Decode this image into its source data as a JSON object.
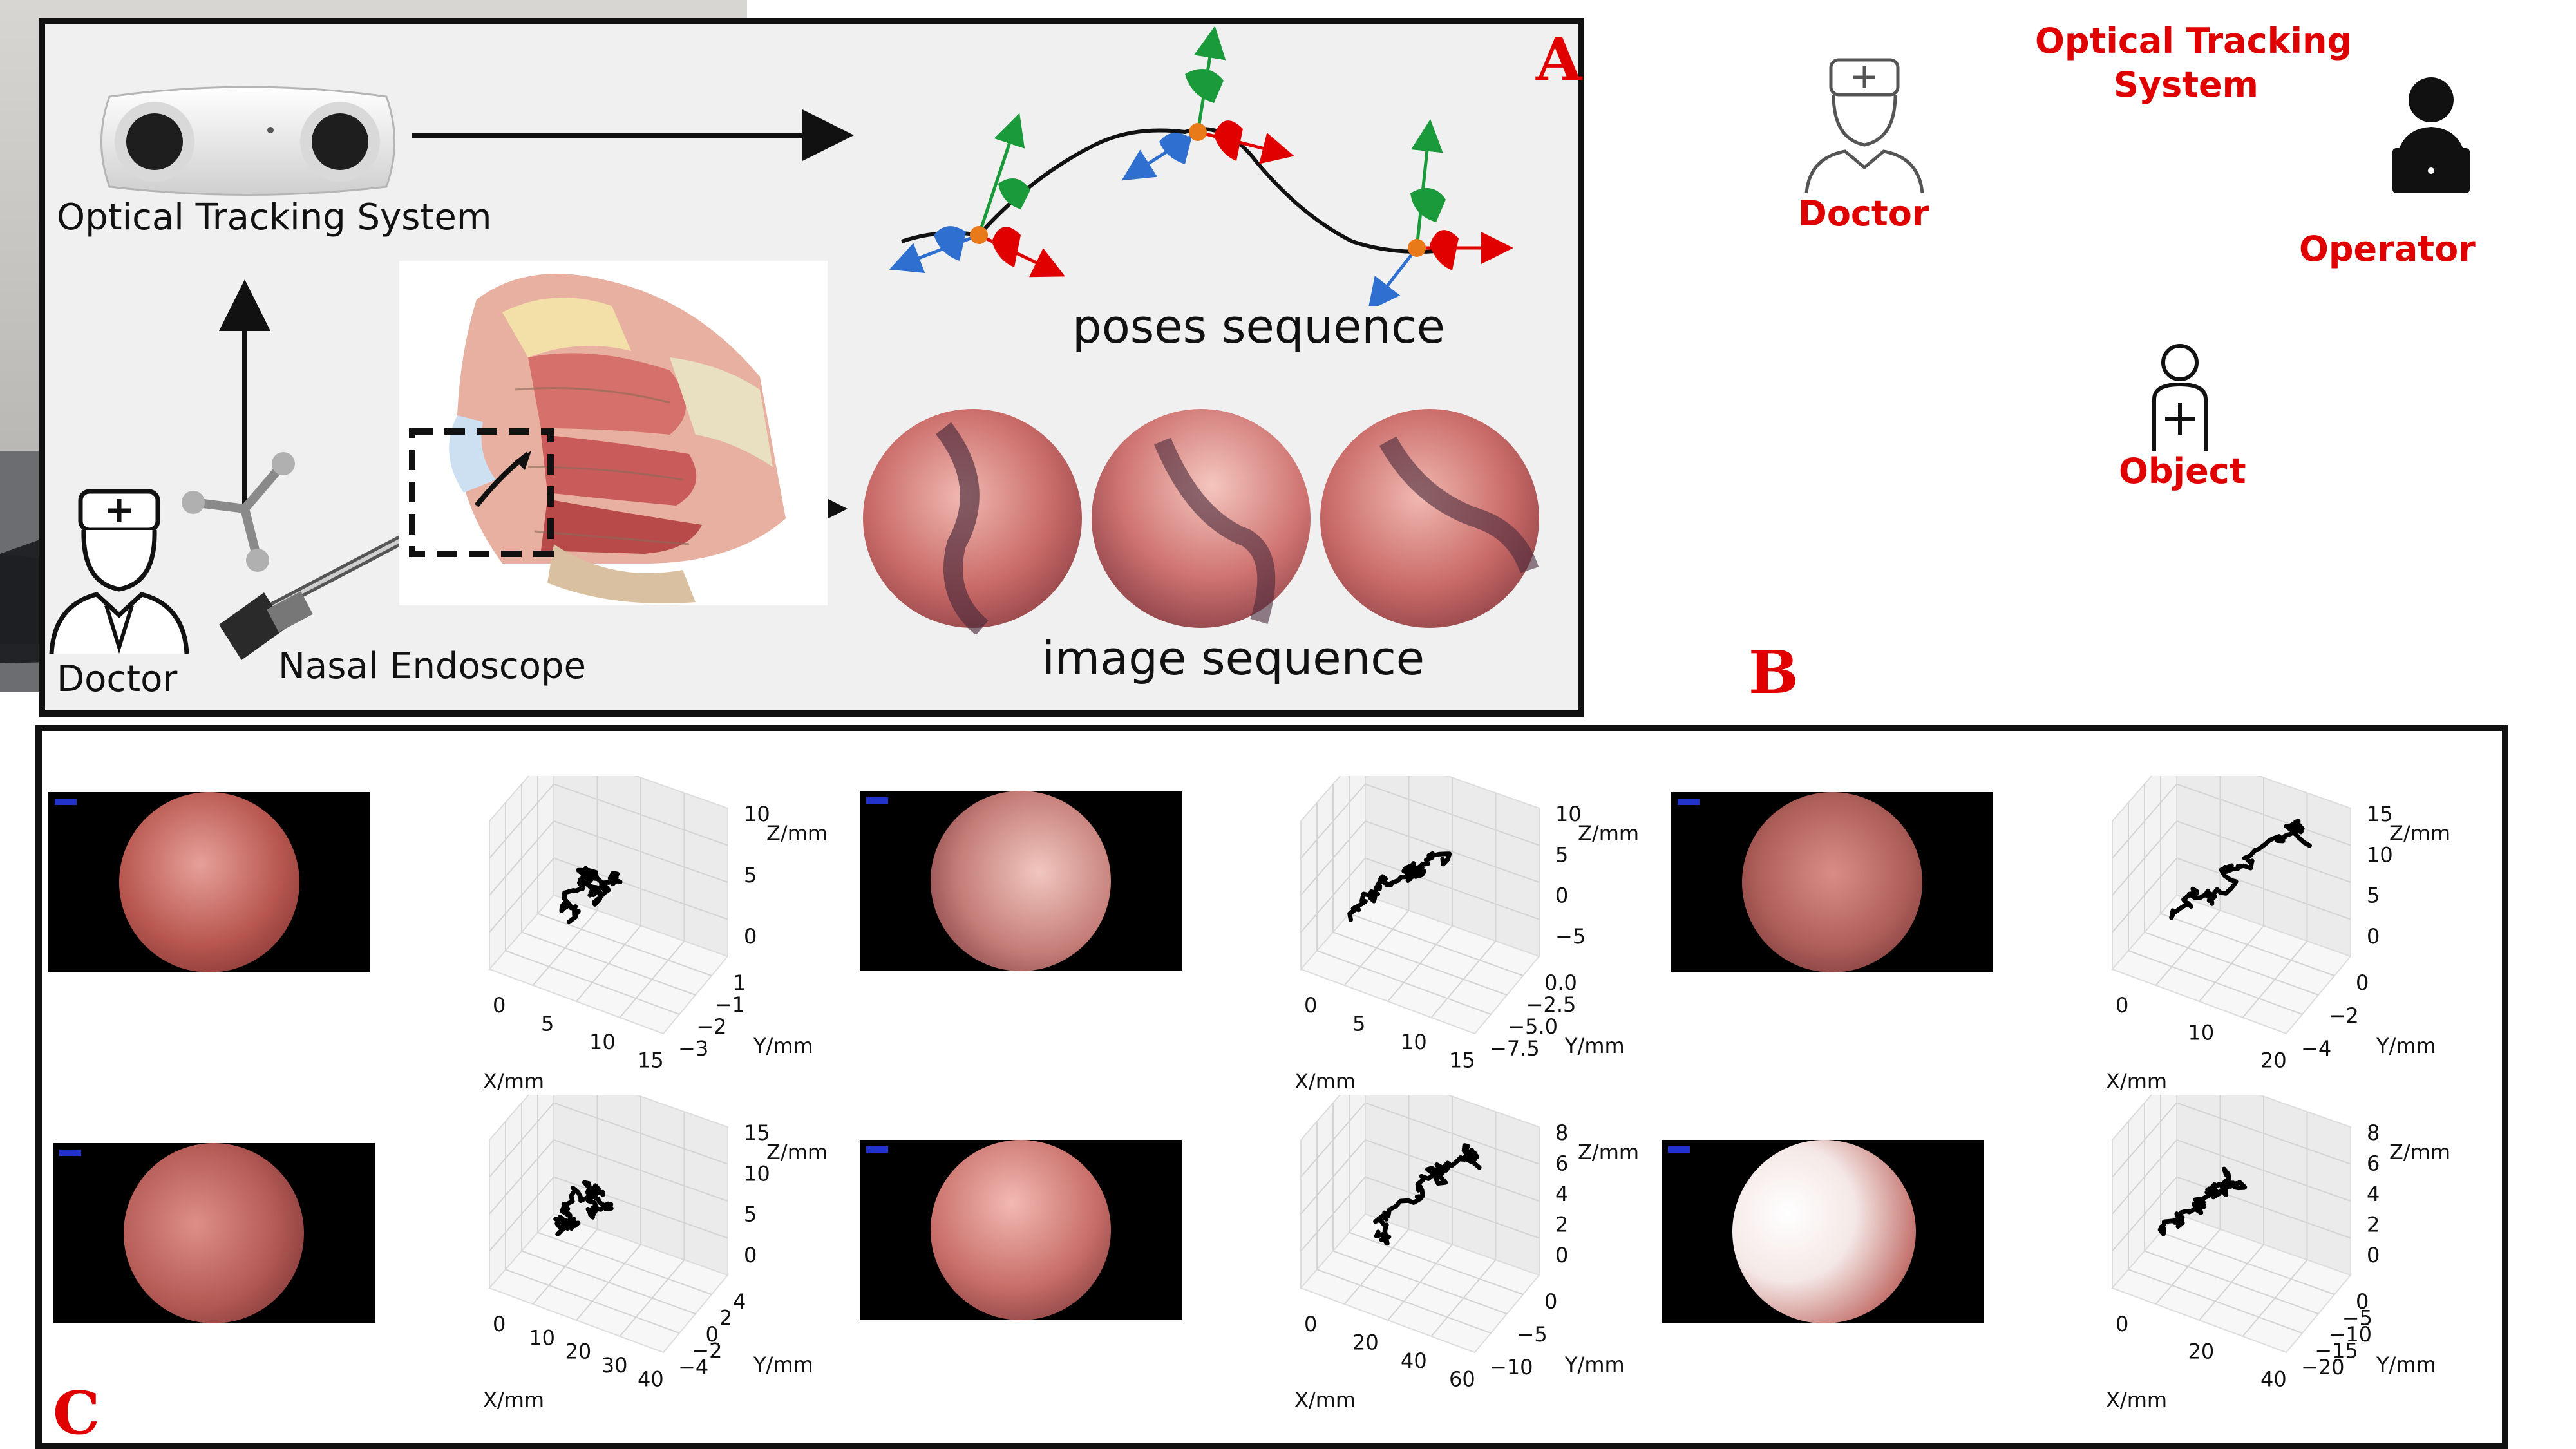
{
  "panel_a": {
    "letter": "A",
    "tracker_label": "Optical Tracking System",
    "doctor_label": "Doctor",
    "endoscope_label": "Nasal Endoscope",
    "poses_label": "poses sequence",
    "images_label": "image sequence"
  },
  "panel_b": {
    "letter": "B",
    "doctor_label": "Doctor",
    "tracking_label_line1": "Optical Tracking",
    "tracking_label_line2": "System",
    "operator_label": "Operator",
    "object_label": "Object"
  },
  "panel_c": {
    "letter": "C",
    "plots": [
      {
        "xlabel": "X/mm",
        "ylabel": "Y/mm",
        "zlabel": "Z/mm",
        "x_ticks": [
          "0",
          "5",
          "10",
          "15"
        ],
        "y_ticks": [
          "1",
          "−1",
          "−2",
          "−3"
        ],
        "z_ticks": [
          "10",
          "5",
          "0"
        ]
      },
      {
        "xlabel": "X/mm",
        "ylabel": "Y/mm",
        "zlabel": "Z/mm",
        "x_ticks": [
          "0",
          "5",
          "10",
          "15"
        ],
        "y_ticks": [
          "0.0",
          "−2.5",
          "−5.0",
          "−7.5"
        ],
        "z_ticks": [
          "10",
          "5",
          "0",
          "−5"
        ]
      },
      {
        "xlabel": "X/mm",
        "ylabel": "Y/mm",
        "zlabel": "Z/mm",
        "x_ticks": [
          "0",
          "10",
          "20"
        ],
        "y_ticks": [
          "0",
          "−2",
          "−4"
        ],
        "z_ticks": [
          "15",
          "10",
          "5",
          "0"
        ]
      },
      {
        "xlabel": "X/mm",
        "ylabel": "Y/mm",
        "zlabel": "Z/mm",
        "x_ticks": [
          "0",
          "10",
          "20",
          "30",
          "40"
        ],
        "y_ticks": [
          "4",
          "2",
          "0",
          "−2",
          "−4"
        ],
        "z_ticks": [
          "15",
          "10",
          "5",
          "0"
        ]
      },
      {
        "xlabel": "X/mm",
        "ylabel": "Y/mm",
        "zlabel": "Z/mm",
        "x_ticks": [
          "0",
          "20",
          "40",
          "60"
        ],
        "y_ticks": [
          "0",
          "−5",
          "−10"
        ],
        "z_ticks": [
          "8",
          "6",
          "4",
          "2",
          "0"
        ]
      },
      {
        "xlabel": "X/mm",
        "ylabel": "Y/mm",
        "zlabel": "Z/mm",
        "x_ticks": [
          "0",
          "20",
          "40"
        ],
        "y_ticks": [
          "0",
          "−5",
          "−10",
          "−15",
          "−20"
        ],
        "z_ticks": [
          "8",
          "6",
          "4",
          "2",
          "0"
        ]
      }
    ]
  },
  "colors": {
    "accent_red": "#e00000",
    "axis_green": "#1a9a3a",
    "axis_blue": "#2e6fd0",
    "joint_orange": "#e87a1a",
    "tissue_pink": "#c9706f"
  }
}
